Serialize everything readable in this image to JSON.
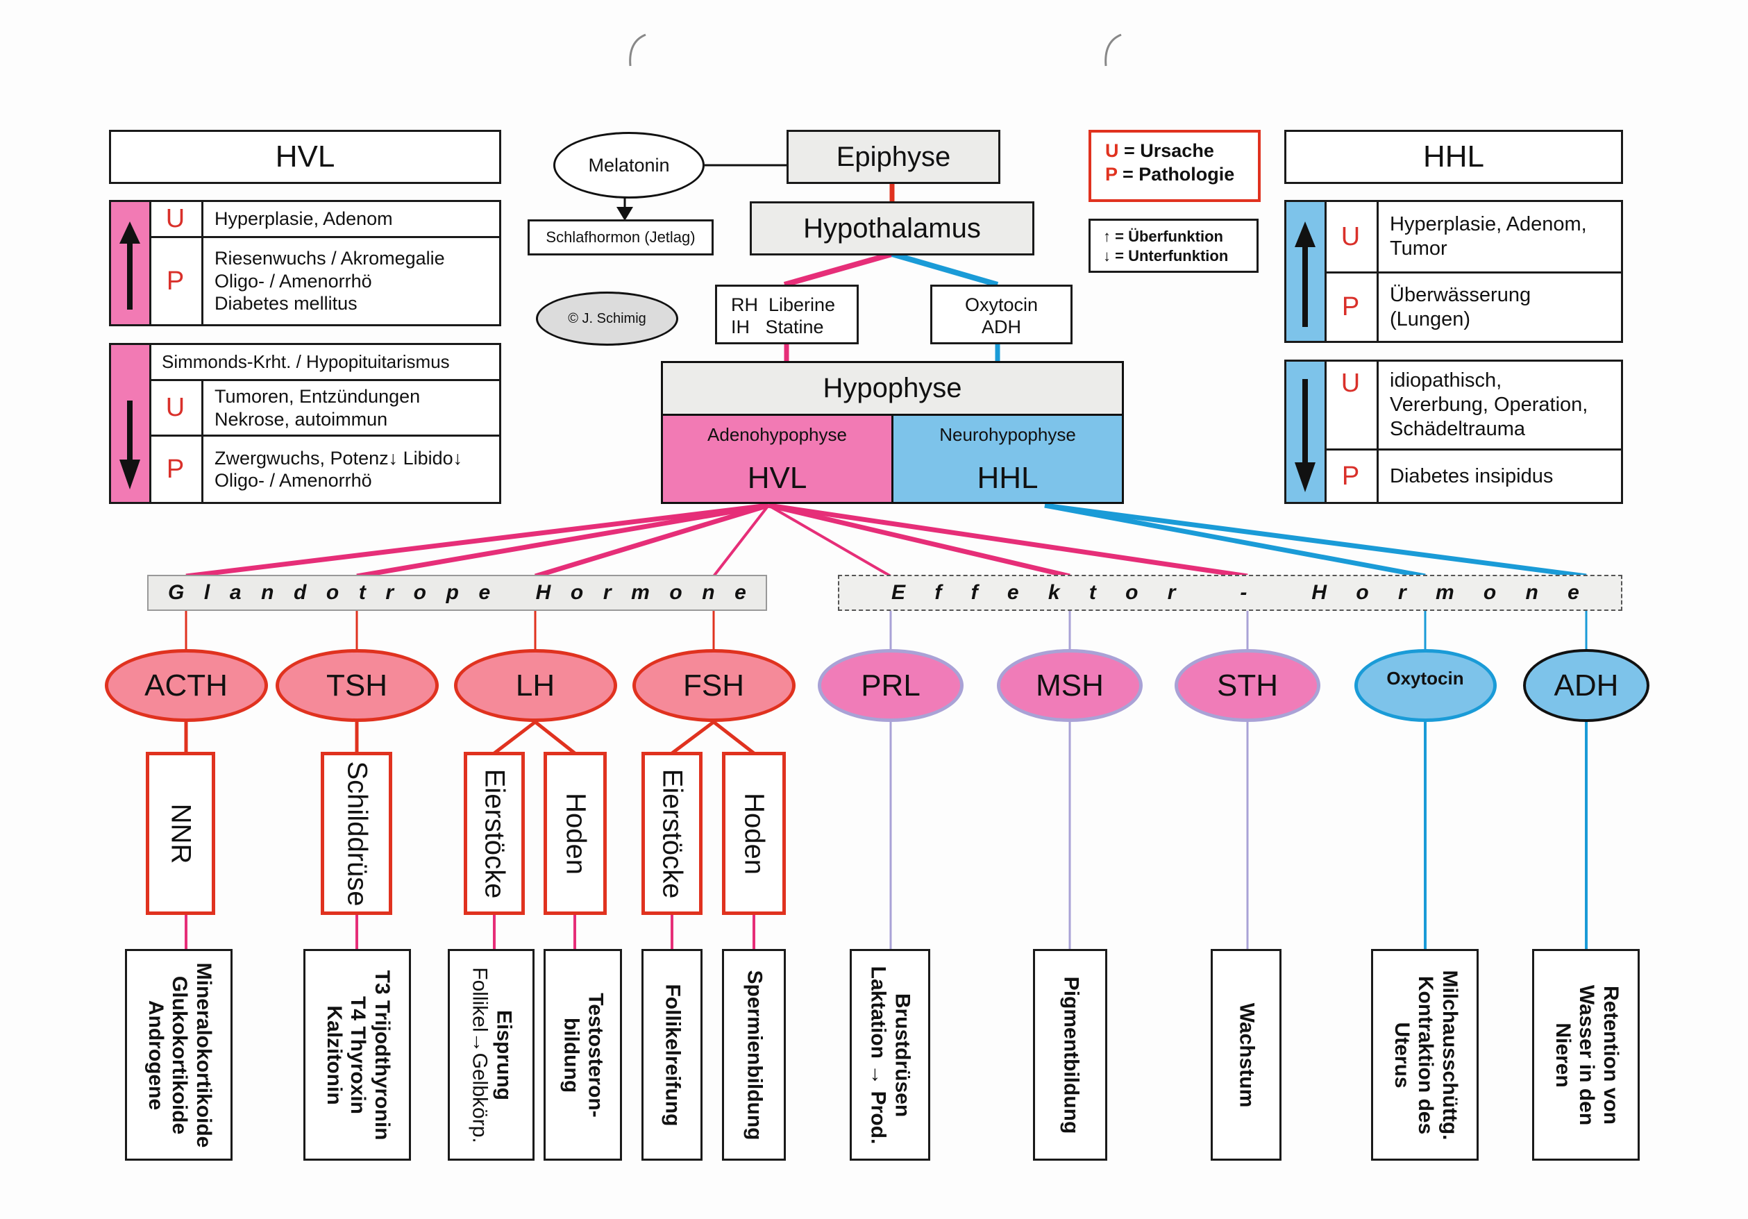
{
  "colors": {
    "hvl_pink": "#f27ab4",
    "hhl_blue": "#7dc3ea",
    "glandotrope_red": "#e0321f",
    "magenta_wire": "#e62e78",
    "blue_wire": "#1a9bd7",
    "lilac_wire": "#a9a2d6"
  },
  "top": {
    "epiphyse": "Epiphyse",
    "melatonin": "Melatonin",
    "schlafhormon": "Schlafhormon (Jetlag)",
    "hypothalamus": "Hypothalamus",
    "copyright": "© J. Schimig",
    "rh_line1": "RH  Liberine",
    "rh_line2": "IH   Statine",
    "oxy_line1": "Oxytocin",
    "oxy_line2": "ADH",
    "hypophyse": "Hypophyse",
    "adeno": "Adenohypophyse",
    "adeno_abbr": "HVL",
    "neuro": "Neurohypophyse",
    "neuro_abbr": "HHL"
  },
  "legend": {
    "u_key": "U",
    "u_text": " = Ursache",
    "p_key": "P",
    "p_text": " = Pathologie",
    "up_text": "↑ = Überfunktion",
    "down_text": "↓ = Unterfunktion"
  },
  "hvl_panel": {
    "title": "HVL",
    "over": {
      "u": "U",
      "u_text": [
        "Hyperplasie, Adenom"
      ],
      "p": "P",
      "p_text": [
        "Riesenwuchs / Akromegalie",
        "Oligo- / Amenorrhö",
        "Diabetes mellitus"
      ]
    },
    "under": {
      "header": "Simmonds-Krht. / Hypopituitarismus",
      "u": "U",
      "u_text": [
        "Tumoren, Entzündungen",
        "Nekrose, autoimmun"
      ],
      "p": "P",
      "p_text": [
        "Zwergwuchs, Potenz↓  Libido↓",
        "Oligo- / Amenorrhö"
      ]
    }
  },
  "hhl_panel": {
    "title": "HHL",
    "over": {
      "u": "U",
      "u_text": [
        "Hyperplasie, Adenom,",
        "Tumor"
      ],
      "p": "P",
      "p_text": [
        "Überwässerung",
        "(Lungen)"
      ]
    },
    "under": {
      "u": "U",
      "u_text": [
        "idiopathisch,",
        "Vererbung, Operation,",
        "Schädeltrauma"
      ],
      "p": "P",
      "p_text": [
        "Diabetes insipidus"
      ]
    }
  },
  "bands": {
    "glandotrope": "Glandotrope Hormone",
    "effektor": "Effektor - Hormone"
  },
  "hormones": [
    {
      "name": "ACTH",
      "group": "glandotrope"
    },
    {
      "name": "TSH",
      "group": "glandotrope"
    },
    {
      "name": "LH",
      "group": "glandotrope"
    },
    {
      "name": "FSH",
      "group": "glandotrope"
    },
    {
      "name": "PRL",
      "group": "effektor"
    },
    {
      "name": "MSH",
      "group": "effektor"
    },
    {
      "name": "STH",
      "group": "effektor"
    },
    {
      "name": "Oxytocin",
      "group": "effektor-hhl"
    },
    {
      "name": "ADH",
      "group": "effektor-hhl"
    }
  ],
  "glands": [
    "NNR",
    "Schilddrüse",
    "Eierstöcke",
    "Hoden",
    "Eierstöcke",
    "Hoden"
  ],
  "effects": [
    [
      "Mineralokortikoide",
      "Glukokortikoide",
      "Androgene"
    ],
    [
      "T3 Trijodthyronin",
      "T4 Thyroxin",
      "Kalzitonin"
    ],
    [
      "Eisprung",
      "Follikel→Gelbkörp."
    ],
    [
      "Testosteron-",
      "bildung"
    ],
    [
      "Follikelreifung"
    ],
    [
      "Spermienbildung"
    ],
    [
      "Brustdrüsen",
      "Laktation → Prod."
    ],
    [
      "Pigmentbildung"
    ],
    [
      "Wachstum"
    ],
    [
      "Milchausschüttg.",
      "Kontraktion des",
      "Uterus"
    ],
    [
      "Retention von",
      "Wasser in den",
      "Nieren"
    ]
  ]
}
